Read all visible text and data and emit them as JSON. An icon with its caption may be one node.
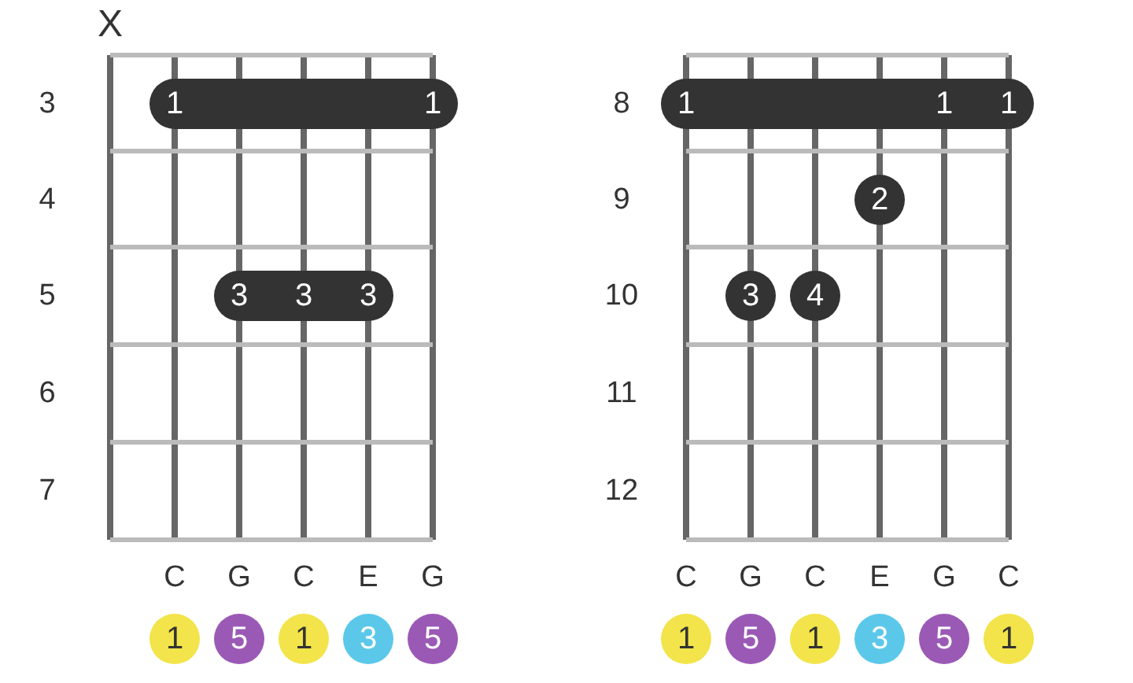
{
  "diagram": {
    "nodes": [
      {
        "text": [
          "1",
          "1"
        ]
      },
      {
        "text": [
          "3",
          "3",
          "3"
        ]
      },
      {
        "text": [
          "1"
        ]
      },
      {
        "text": [
          "5"
        ]
      },
      {
        "text": [
          "1"
        ]
      },
      {
        "text": [
          "3"
        ]
      },
      {
        "text": [
          "5"
        ]
      },
      {
        "text": [
          "1",
          "1",
          "1"
        ]
      },
      {
        "text": [
          "2"
        ]
      },
      {
        "text": [
          "3"
        ]
      },
      {
        "text": [
          "4"
        ]
      },
      {
        "text": [
          "1"
        ]
      },
      {
        "text": [
          "5"
        ]
      },
      {
        "text": [
          "1"
        ]
      },
      {
        "text": [
          "3"
        ]
      },
      {
        "text": [
          "5"
        ]
      },
      {
        "text": [
          "1"
        ]
      }
    ],
    "labels": [
      "X",
      "3",
      "4",
      "5",
      "6",
      "7",
      "8",
      "9",
      "10",
      "11",
      "12",
      "C",
      "G",
      "C",
      "E",
      "G",
      "C",
      "G",
      "C",
      "E",
      "G",
      "C"
    ]
  }
}
